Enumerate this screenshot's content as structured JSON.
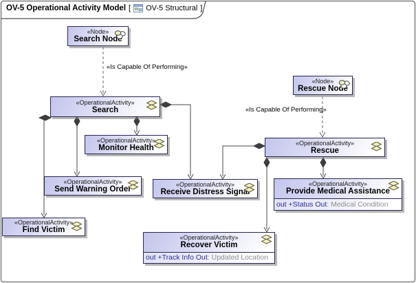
{
  "frame": {
    "title": "OV-5 Operational Activity Model",
    "bracket_open": "[",
    "diagram_name": "OV-5 Structural",
    "bracket_close": "]"
  },
  "boxes": {
    "search_node": {
      "stereotype": "«Node»",
      "name": "Search Node"
    },
    "rescue_node": {
      "stereotype": "«Node»",
      "name": "Rescue Node"
    },
    "search": {
      "stereotype": "«OperationalActivity»",
      "name": "Search"
    },
    "monitor_health": {
      "stereotype": "«OperationalActivity»",
      "name": "Monitor Health"
    },
    "send_warning_order": {
      "stereotype": "«OperationalActivity»",
      "name": "Send Warning Order"
    },
    "find_victim": {
      "stereotype": "«OperationalActivity»",
      "name": "Find Victim"
    },
    "receive_distress_signal": {
      "stereotype": "«OperationalActivity»",
      "name": "Receive Distress Signal"
    },
    "rescue": {
      "stereotype": "«OperationalActivity»",
      "name": "Rescue"
    },
    "provide_medical_assistance": {
      "stereotype": "«OperationalActivity»",
      "name": "Provide Medical Assistance",
      "attr_main": "out +Status Out",
      "attr_type": " : Medical Condition"
    },
    "recover_victim": {
      "stereotype": "«OperationalActivity»",
      "name": "Recover Victim",
      "attr_main": "out +Track Info Out",
      "attr_type": " : Updated Location"
    }
  },
  "connectors": [
    {
      "type": "dependency",
      "label": "«Is Capable Of Performing»",
      "from": "Search Node",
      "to": "Search"
    },
    {
      "type": "dependency",
      "label": "«Is Capable Of Performing»",
      "from": "Rescue Node",
      "to": "Rescue"
    },
    {
      "type": "composition",
      "from": "Search",
      "to": "Monitor Health"
    },
    {
      "type": "composition",
      "from": "Search",
      "to": "Send Warning Order"
    },
    {
      "type": "composition",
      "from": "Search",
      "to": "Find Victim"
    },
    {
      "type": "composition",
      "from": "Search",
      "to": "Receive Distress Signal"
    },
    {
      "type": "composition",
      "from": "Rescue",
      "to": "Receive Distress Signal"
    },
    {
      "type": "composition",
      "from": "Rescue",
      "to": "Provide Medical Assistance"
    },
    {
      "type": "composition",
      "from": "Rescue",
      "to": "Recover Victim"
    }
  ],
  "colors": {
    "box_border": "#26264f",
    "box_fill_top": "#c3c5ec",
    "line": "#4a4a4a",
    "dashed_line": "#666666",
    "attr_text": "#2a2a9e",
    "attr_type_text": "#8f8f8f",
    "icon_fill": "#f4f0c0",
    "shadow": "#7d7d7d"
  }
}
